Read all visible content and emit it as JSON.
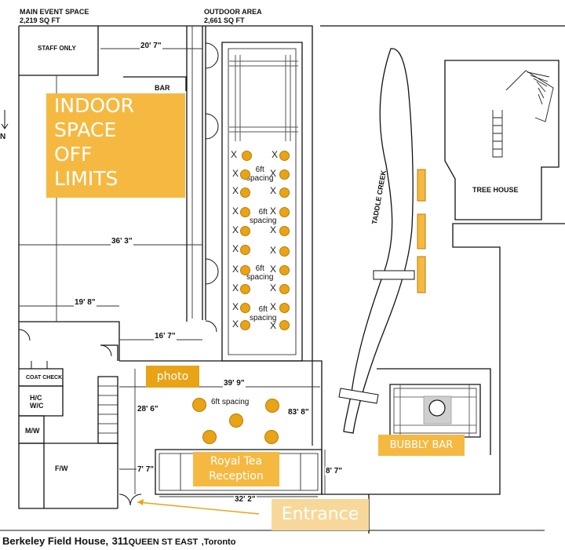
{
  "main_event_space": {
    "title": "MAIN EVENT SPACE",
    "area": "2,219 SQ FT"
  },
  "outdoor_area": {
    "title": "OUTDOOR AREA",
    "area": "2,661 SQ FT"
  },
  "rooms": {
    "staff_only": "STAFF ONLY",
    "bar": "BAR",
    "coat_check": "COAT CHECK",
    "hc_wc": "H/C\nW/C",
    "mw": "M/W",
    "fw": "F/W",
    "tree_house": "TREE HOUSE",
    "taddle_creek": "TADDLE CREEK"
  },
  "compass": "N",
  "dimensions": {
    "d1": "20' 7\"",
    "d2": "36' 3\"",
    "d3": "19' 8\"",
    "d4": "16' 7\"",
    "d5": "39' 9\"",
    "d6": "28' 6\"",
    "d7": "83' 8\"",
    "d8": "7' 7\"",
    "d9": "8' 7\"",
    "d10": "32' 2\""
  },
  "overlays": {
    "indoor": "INDOOR\nSPACE\nOFF\nLIMITS",
    "photo": "photo",
    "royal_tea": "Royal Tea\nReception",
    "bubbly_bar": "BUBBLY BAR",
    "entrance": "Entrance"
  },
  "spacing_label": "6ft\nspacing",
  "spacing_label_inline": "6ft spacing",
  "x_mark": "X",
  "footer": {
    "venue": "Berkeley Field House,",
    "number": "311",
    "street": "QUEEN ST EAST",
    "city": ",Toronto"
  },
  "colors": {
    "accent": "#f5b942",
    "dot": "#e8a317"
  }
}
